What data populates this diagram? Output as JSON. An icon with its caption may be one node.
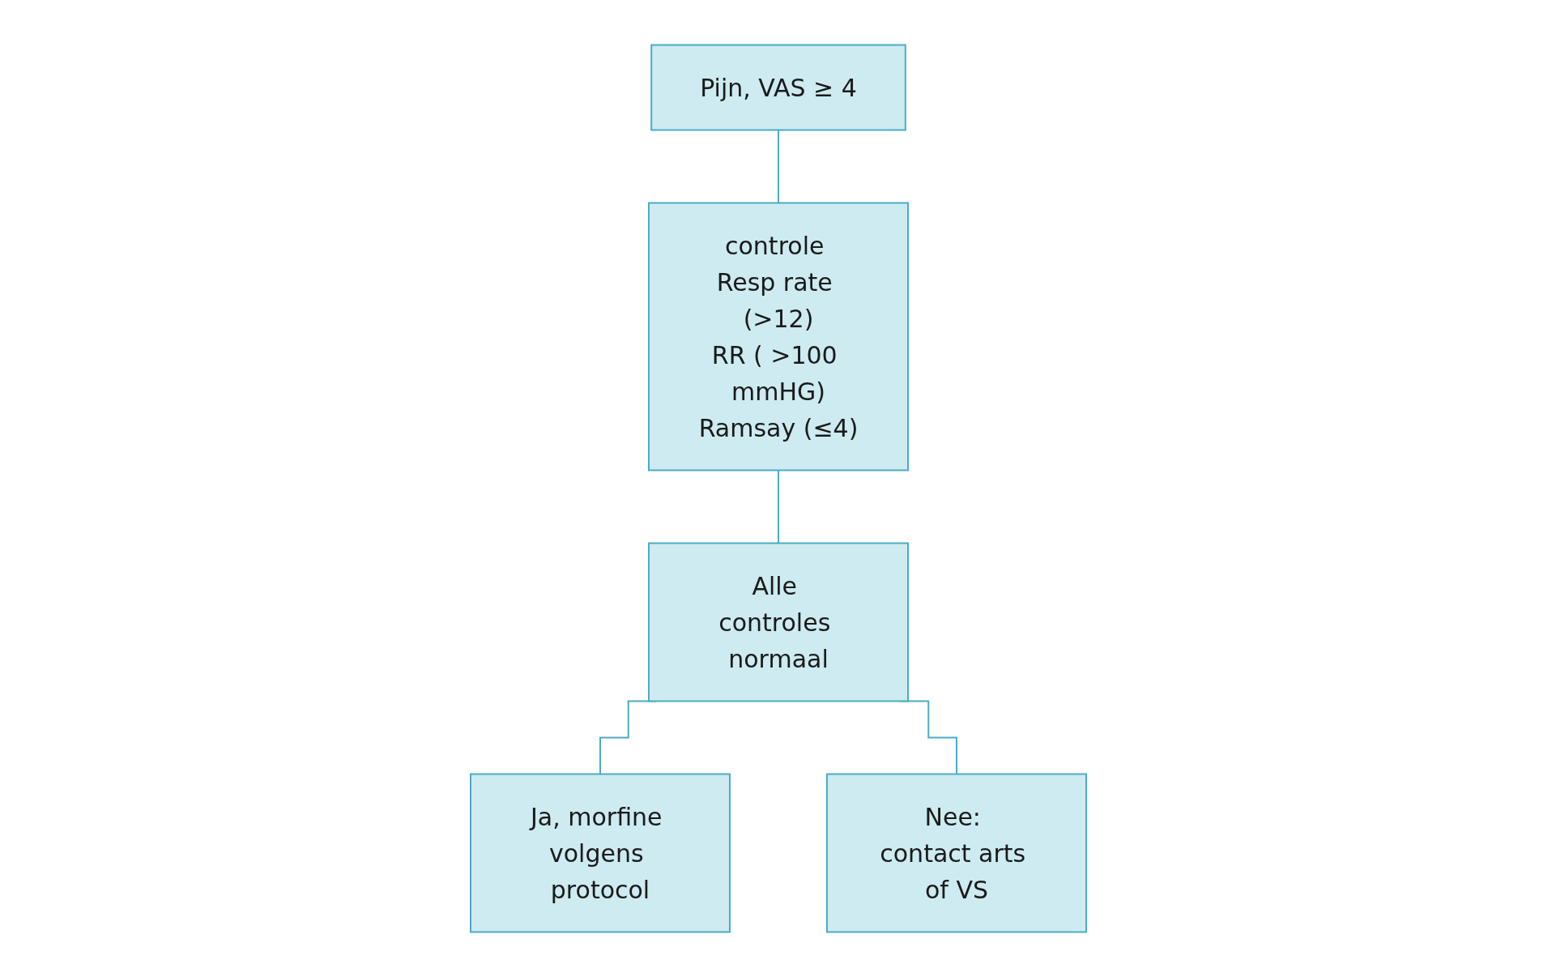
{
  "diagram": {
    "nodes": [
      {
        "text": [
          "Pijn, VAS ≥ 4"
        ]
      },
      {
        "text": [
          "controle Resp rate (>12)",
          "RR ( >100 mmHG)",
          "Ramsay (≤4)"
        ]
      },
      {
        "text": [
          "Alle controles normaal"
        ]
      },
      {
        "text": [
          "Ja, morfine volgens protocol"
        ]
      },
      {
        "text": [
          "Nee: contact arts of VS"
        ]
      }
    ],
    "edges": [
      {
        "from": 0,
        "to": 1,
        "arrow": "none"
      },
      {
        "from": 1,
        "to": 2,
        "arrow": "none"
      },
      {
        "from": 2,
        "to": 3,
        "arrow": "none"
      },
      {
        "from": 2,
        "to": 4,
        "arrow": "none"
      }
    ]
  }
}
